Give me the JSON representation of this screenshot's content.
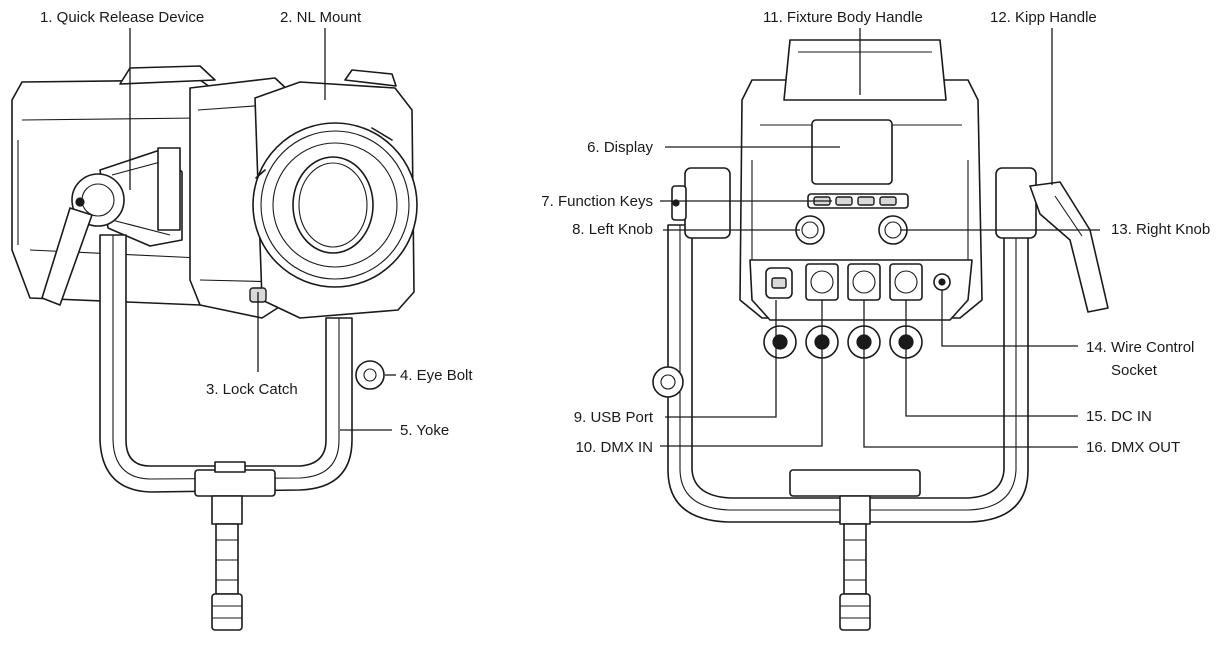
{
  "labels": {
    "quick_release_device": "1. Quick Release Device",
    "nl_mount": "2. NL Mount",
    "lock_catch": "3. Lock Catch",
    "eye_bolt": "4. Eye Bolt",
    "yoke": "5. Yoke",
    "display": "6. Display",
    "function_keys": "7. Function Keys",
    "left_knob": "8. Left Knob",
    "usb_port": "9. USB Port",
    "dmx_in": "10. DMX IN",
    "fixture_body_handle": "11. Fixture Body Handle",
    "kipp_handle": "12. Kipp Handle",
    "right_knob": "13. Right Knob",
    "wire_control_socket_line1": "14. Wire Control",
    "wire_control_socket_line2": "Socket",
    "dc_in": "15. DC IN",
    "dmx_out": "16. DMX OUT"
  }
}
